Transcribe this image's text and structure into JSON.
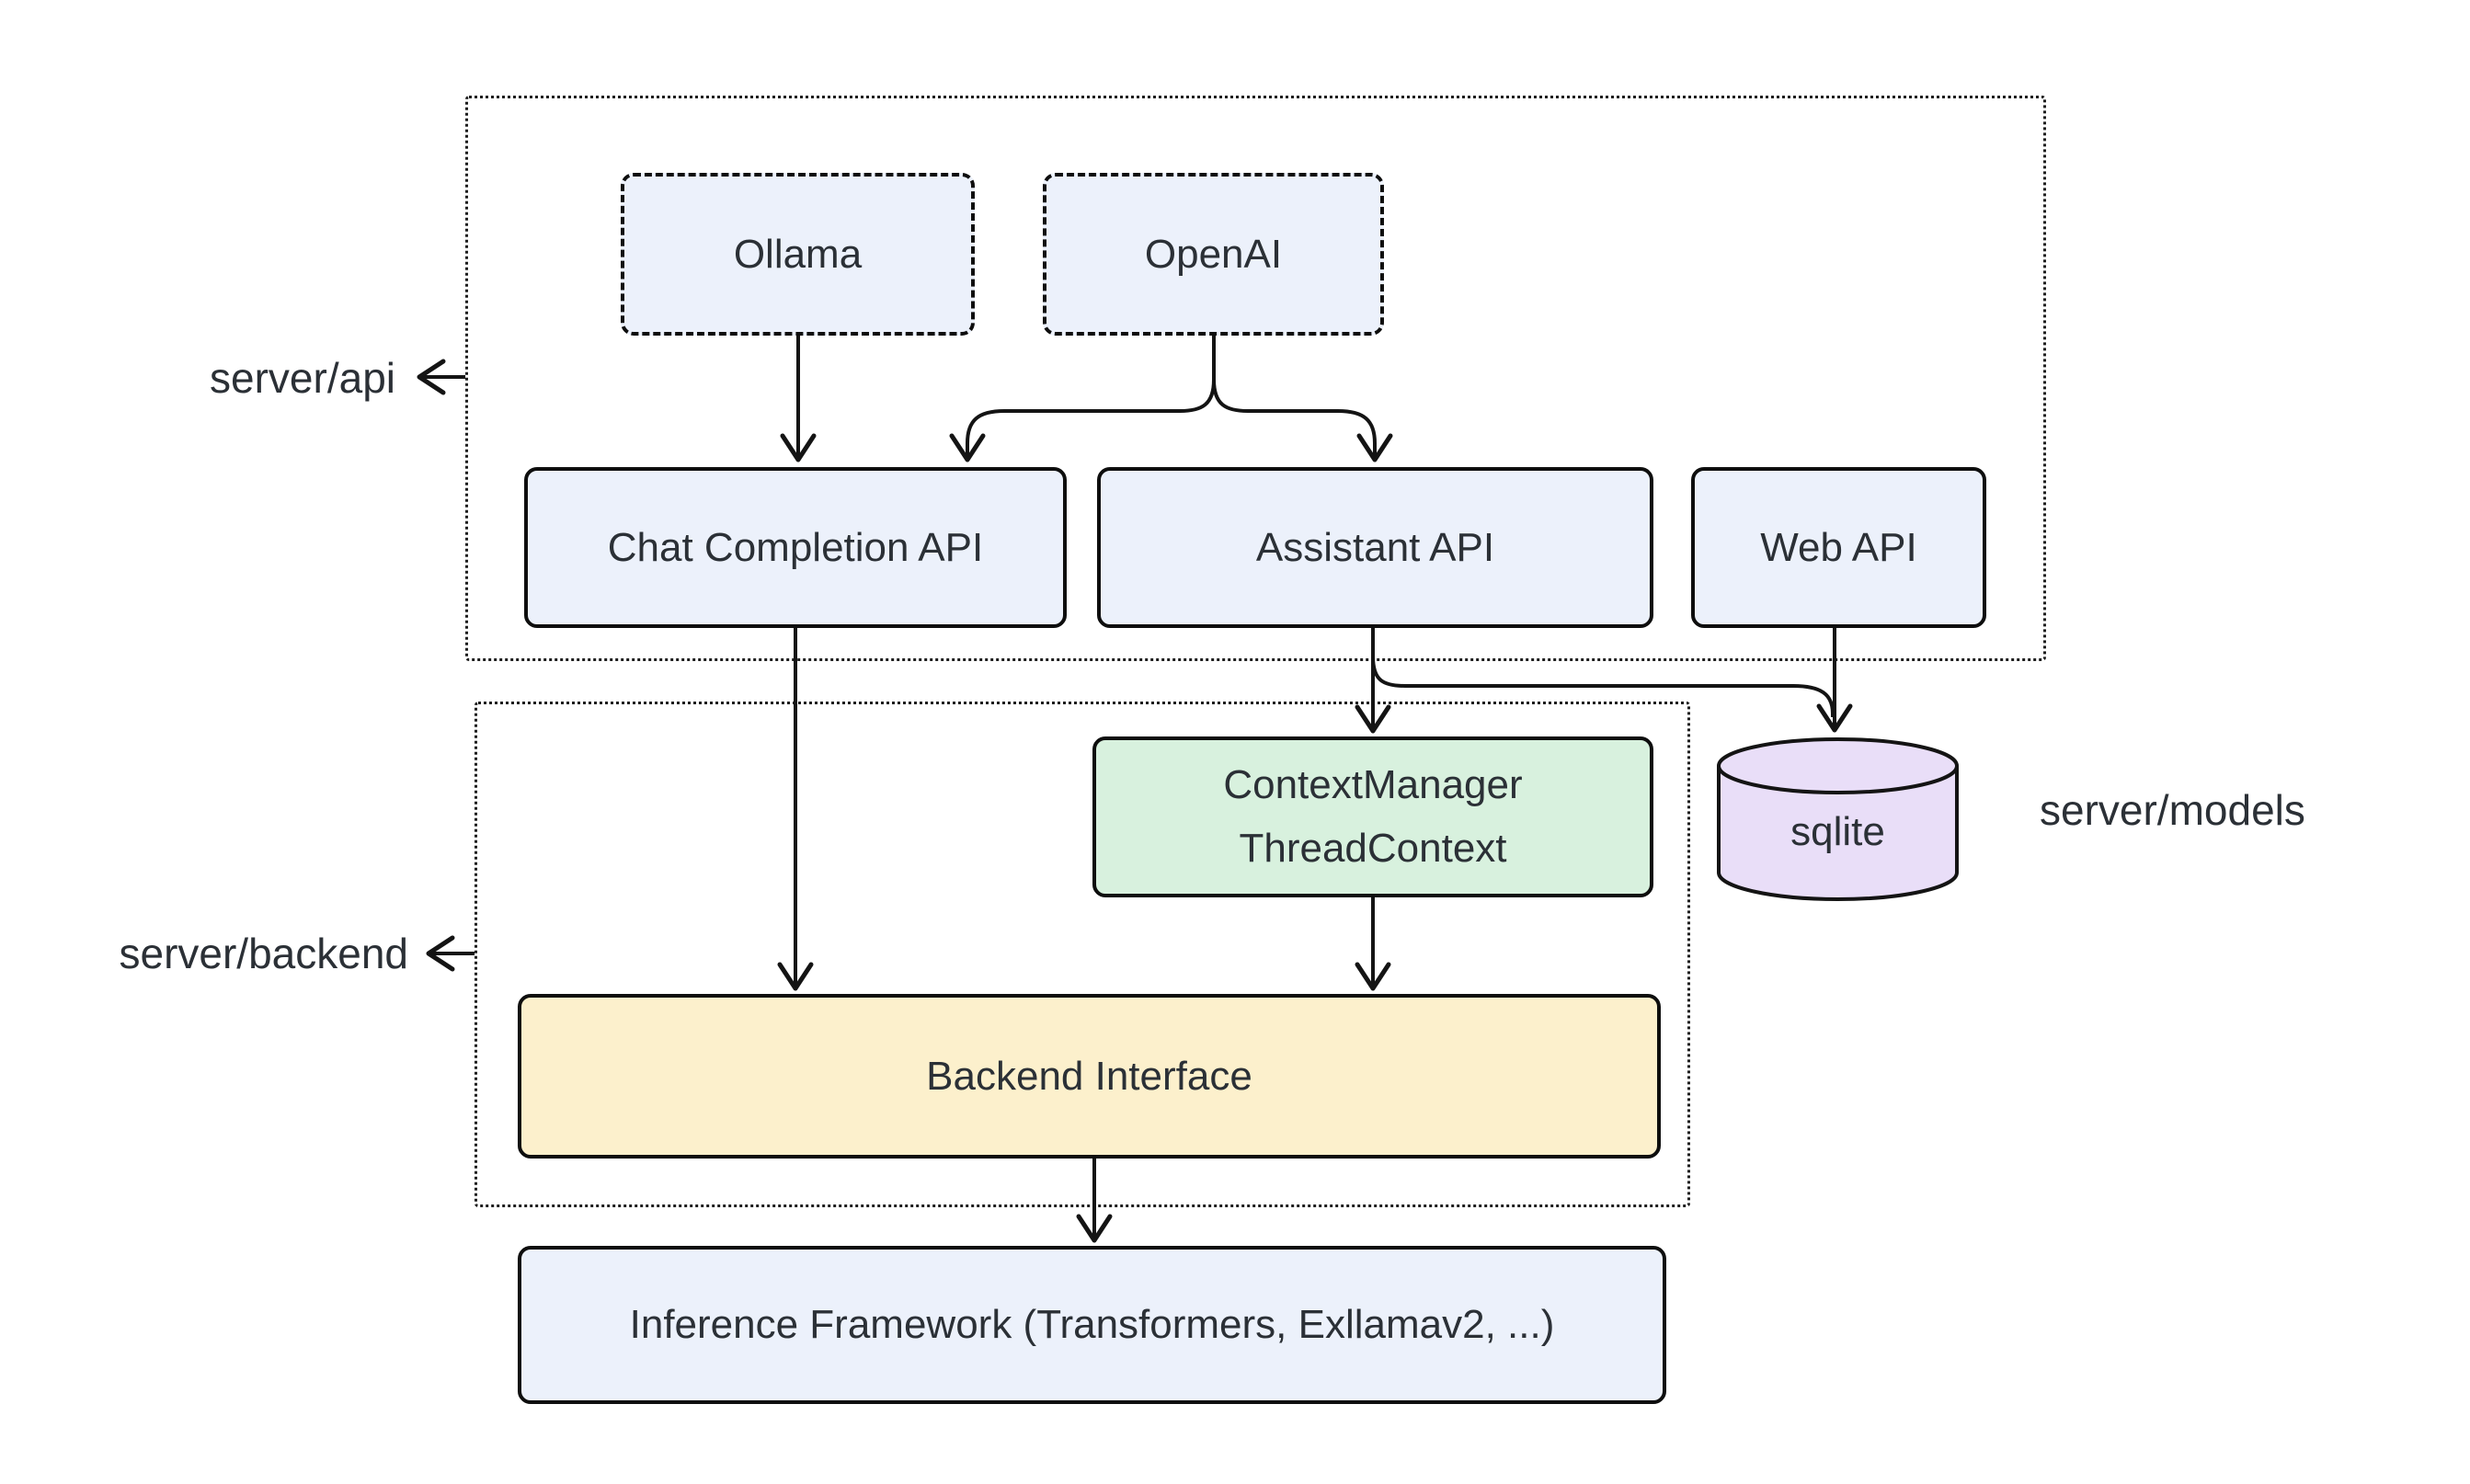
{
  "colors": {
    "node_blue": "#ECF1FB",
    "node_green": "#D8F1DE",
    "node_yellow": "#FCF0CC",
    "node_purple": "#E9DEF8",
    "stroke": "#141414",
    "text": "#2B3036"
  },
  "containers": {
    "server_api": {
      "label": "server/api"
    },
    "server_backend": {
      "label": "server/backend"
    }
  },
  "external_labels": {
    "server_models": {
      "label": "server/models"
    }
  },
  "nodes": {
    "ollama": {
      "label": "Ollama"
    },
    "openai": {
      "label": "OpenAI"
    },
    "chat_completion_api": {
      "label": "Chat Completion API"
    },
    "assistant_api": {
      "label": "Assistant API"
    },
    "web_api": {
      "label": "Web API"
    },
    "context_manager": {
      "line1": "ContextManager",
      "line2": "ThreadContext"
    },
    "sqlite": {
      "label": "sqlite"
    },
    "backend_interface": {
      "label": "Backend Interface"
    },
    "inference_framework": {
      "label": "Inference Framework (Transformers, Exllamav2, ...)"
    }
  },
  "edges": [
    {
      "from": "Ollama",
      "to": "Chat Completion API"
    },
    {
      "from": "OpenAI",
      "to": "Chat Completion API"
    },
    {
      "from": "OpenAI",
      "to": "Assistant API"
    },
    {
      "from": "Chat Completion API",
      "to": "Backend Interface"
    },
    {
      "from": "Assistant API",
      "to": "ContextManager ThreadContext"
    },
    {
      "from": "Assistant API",
      "to": "sqlite"
    },
    {
      "from": "Web API",
      "to": "sqlite"
    },
    {
      "from": "ContextManager ThreadContext",
      "to": "Backend Interface"
    },
    {
      "from": "Backend Interface",
      "to": "Inference Framework (Transformers, Exllamav2, ...)"
    }
  ]
}
